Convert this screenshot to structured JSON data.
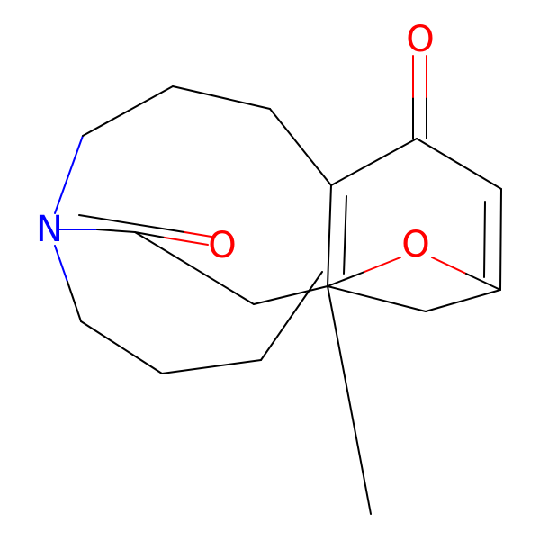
{
  "atoms": {
    "nitrogen": {
      "symbol": "N",
      "color": "#0000ff"
    },
    "oxygen_amide": {
      "symbol": "O",
      "color": "#ff0000"
    },
    "oxygen_ketone": {
      "symbol": "O",
      "color": "#ff0000"
    },
    "oxygen_ether": {
      "symbol": "O",
      "color": "#ff0000"
    }
  },
  "colors": {
    "bond": "#000000",
    "background": "#ffffff"
  }
}
